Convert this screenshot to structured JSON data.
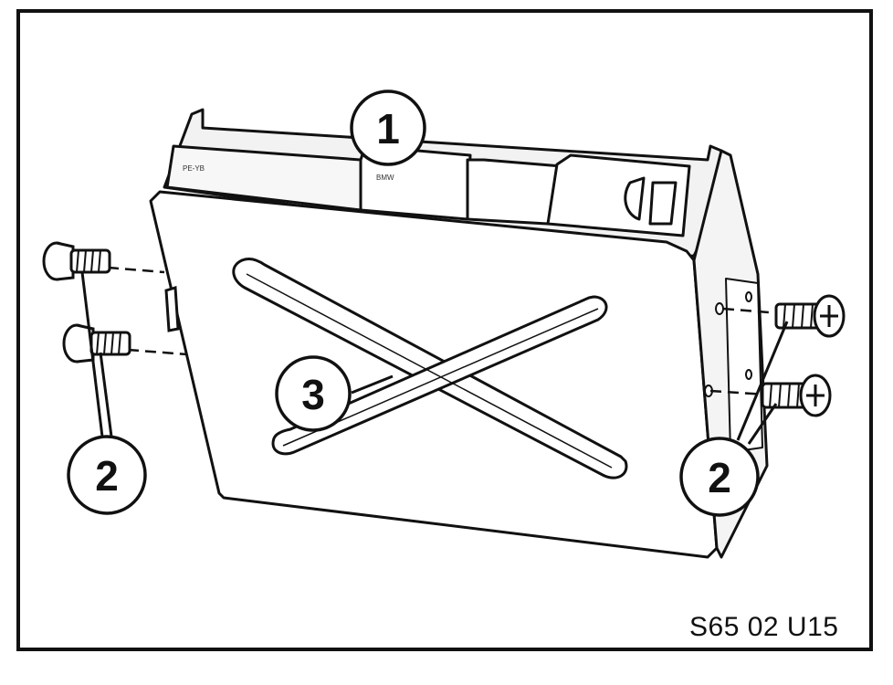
{
  "figure": {
    "code": "S65 02 U15",
    "callouts": [
      {
        "id": "callout-1",
        "label": "1"
      },
      {
        "id": "callout-2-left",
        "label": "2"
      },
      {
        "id": "callout-2-right",
        "label": "2"
      },
      {
        "id": "callout-3",
        "label": "3"
      }
    ],
    "housing_marks": [
      "PE-YB",
      "BMW"
    ]
  },
  "colors": {
    "line": "#111111",
    "paper": "#ffffff",
    "shade": "#e6e6e6"
  }
}
